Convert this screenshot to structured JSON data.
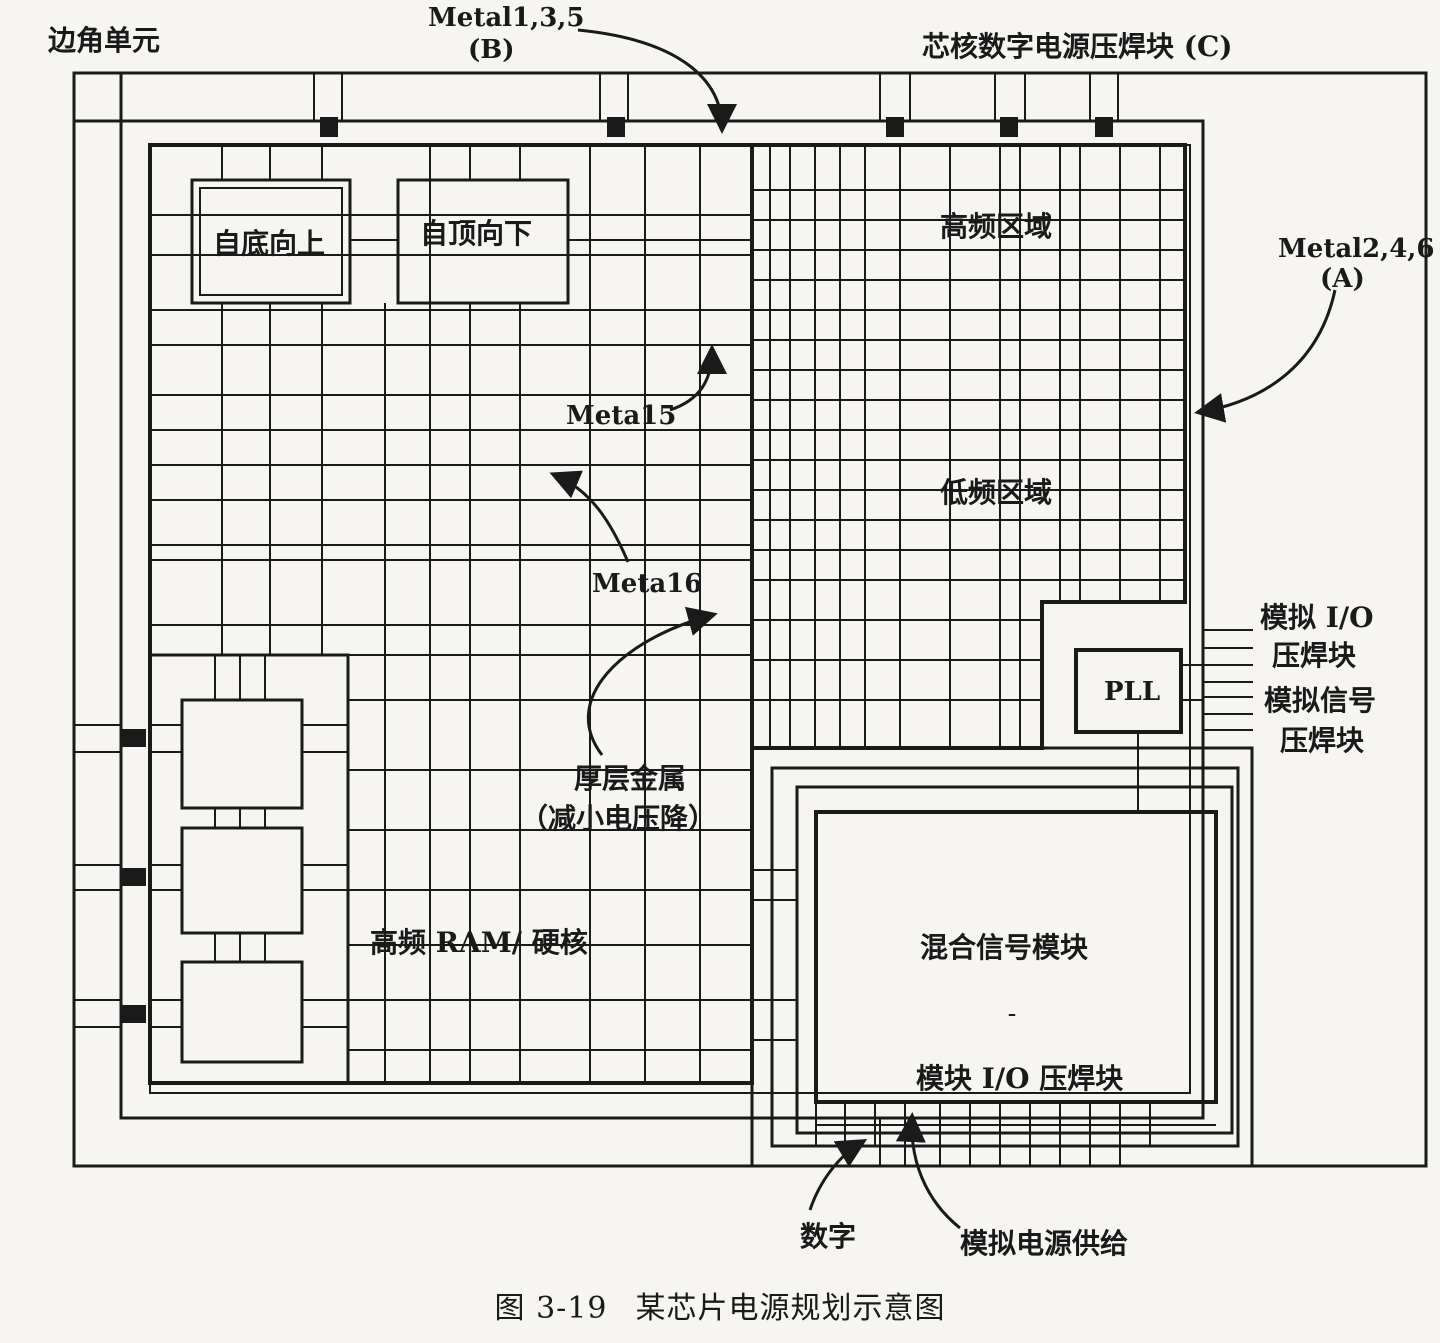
{
  "labels": {
    "corner_cell": "边角单元",
    "metal135_a": "Metal1,3,5",
    "metal135_b": "(B)",
    "core_pad": "芯核数字电源压焊块 (C)",
    "bottom_up": "自底向上",
    "top_down": "自顶向下",
    "high_freq": "高频区域",
    "metal246_a": "Metal2,4,6",
    "metal246_b": "(A)",
    "meta15": "Meta15",
    "low_freq": "低频区域",
    "meta16": "Meta16",
    "analog_io_1": "模拟 I/O",
    "analog_io_2": "压焊块",
    "pll": "PLL",
    "analog_sig_1": "模拟信号",
    "analog_sig_2": "压焊块",
    "thick_metal_1": "厚层金属",
    "thick_metal_2": "（减小电压降）",
    "hf_ram": "高频 RAM/ 硬核",
    "mixed_signal": "混合信号模块",
    "module_io": "模块 I/O 压焊块",
    "digital": "数字",
    "analog_supply": "模拟电源供给"
  },
  "caption": {
    "number": "图 3-19",
    "title": "某芯片电源规划示意图"
  }
}
